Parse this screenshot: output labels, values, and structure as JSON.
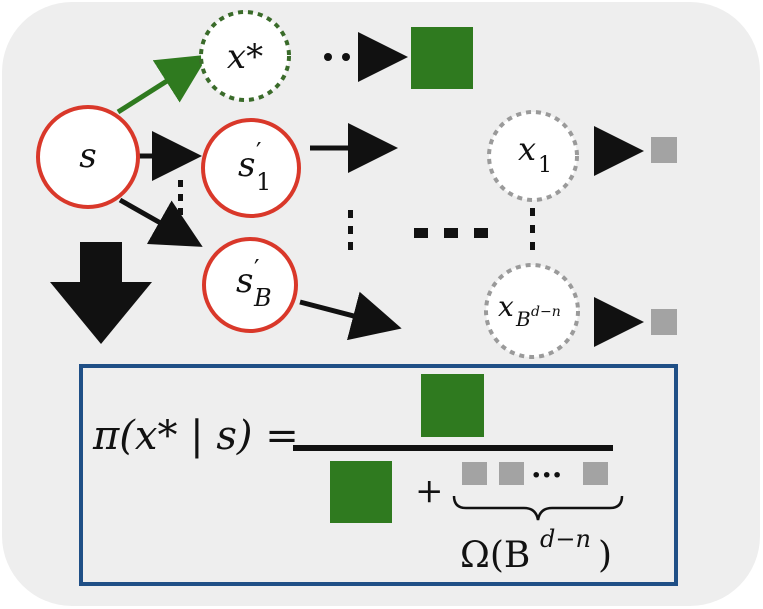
{
  "colors": {
    "background": "#eeeeee",
    "red_node": "#d9382a",
    "green": "#2f7a1f",
    "green_node_border": "#3a6b2a",
    "gray_node_border": "#9a9a9a",
    "gray_square": "#a3a3a3",
    "blue_box": "#1f4f86",
    "arrow": "#111111"
  },
  "nodes": {
    "s": "s",
    "xstar": "x*",
    "s1_base": "s",
    "s1_prime": "′",
    "s1_sub": "1",
    "sB_base": "s",
    "sB_prime": "′",
    "sB_sub": "B",
    "x1_base": "x",
    "x1_sub": "1",
    "xB_base": "x",
    "xB_sub_B": "B",
    "xB_sub_exp": "d−n"
  },
  "dots": {
    "ellipsis_horizontal": "· · ·"
  },
  "formula": {
    "lhs": "π(x* | s) =",
    "plus": "+",
    "ellipsis": "···",
    "omega_prefix": "Ω(B",
    "omega_exp": "d−n",
    "omega_suffix": ")"
  }
}
